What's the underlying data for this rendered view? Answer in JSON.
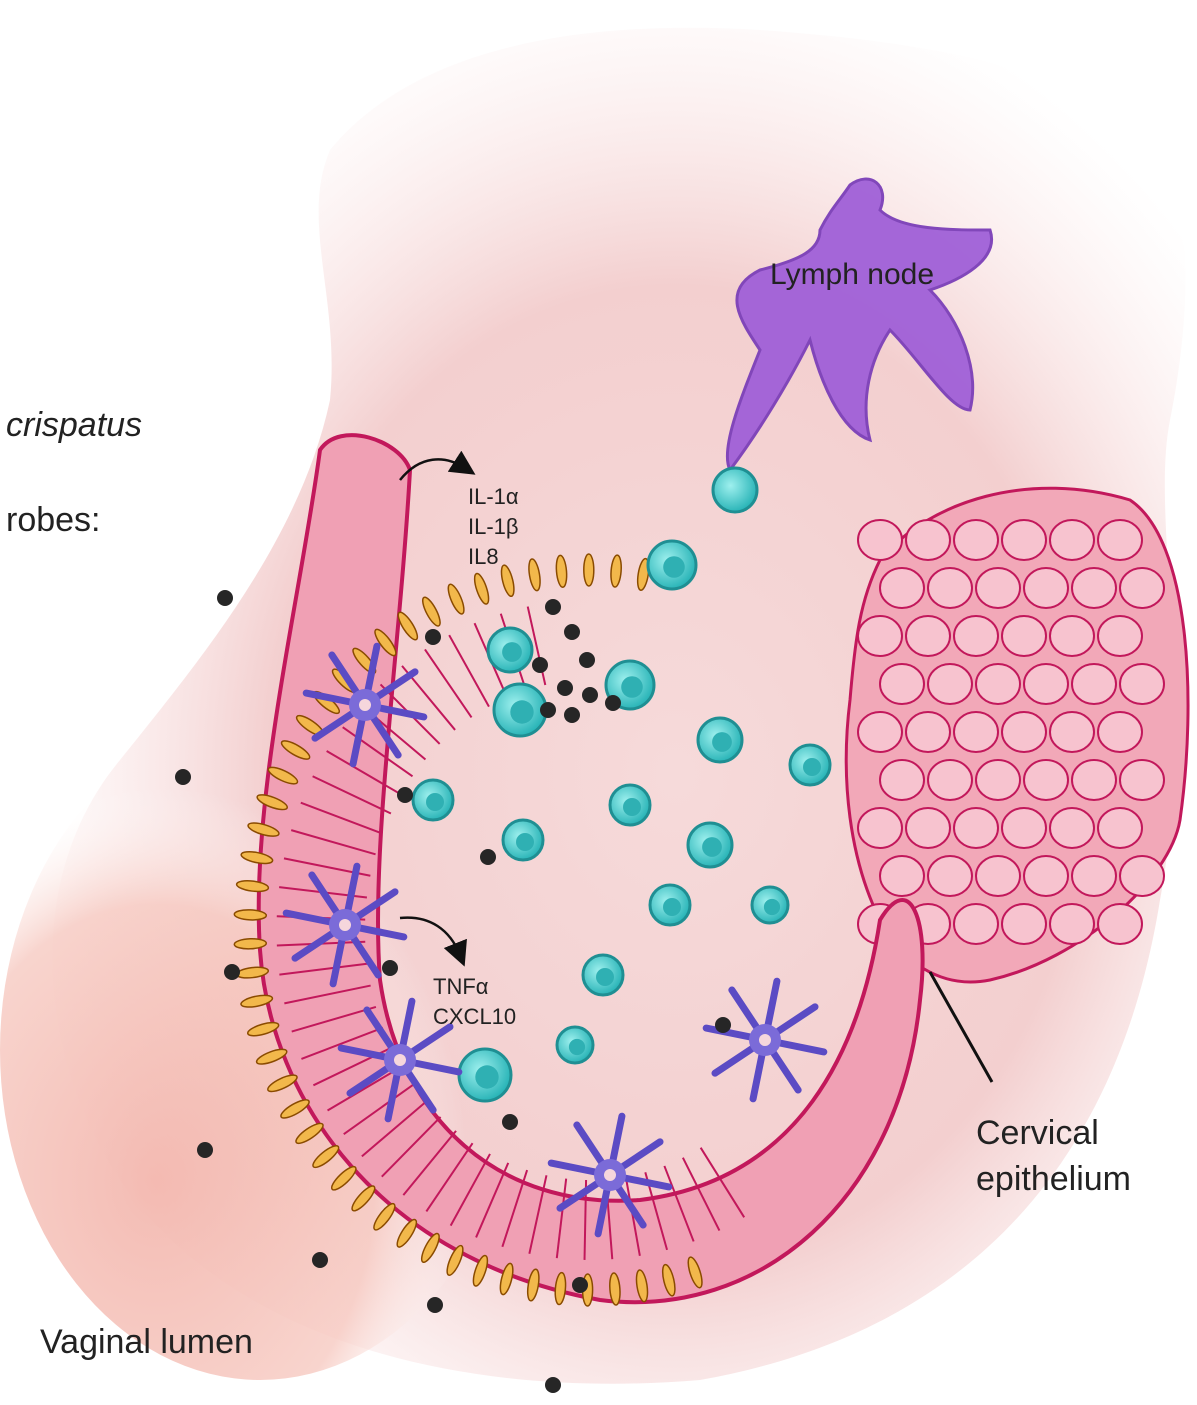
{
  "labels": {
    "lymph_node": "Lymph node",
    "crispatus": "crispatus",
    "robes": "robes:",
    "cervical_epithelium_line1": "Cervical",
    "cervical_epithelium_line2": "epithelium",
    "vaginal_lumen": "Vaginal lumen"
  },
  "cytokines_upper": [
    "IL-1α",
    "IL-1β",
    "IL8"
  ],
  "cytokines_lower": [
    "TNFα",
    "CXCL10"
  ],
  "colors": {
    "epithelium": "#e86a8c",
    "epithelium_stroke": "#c2185b",
    "bacteria_rods": "#f2b84b",
    "dendritic_cell": "#5b4bc4",
    "lymph_node": "#a060d8",
    "t_cell": "#3cc6c8",
    "particles": "#262626",
    "tissue_bg": "#f4cccc"
  }
}
